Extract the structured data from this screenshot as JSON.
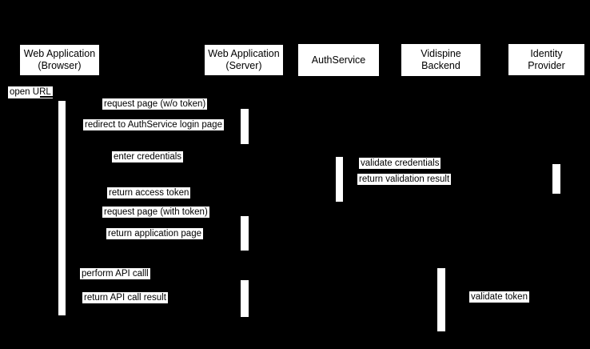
{
  "diagram": {
    "type": "sequence-diagram",
    "colors": {
      "background": "#000000",
      "box-fill": "#ffffff",
      "text": "#000000"
    },
    "actors": [
      {
        "id": "web-application-browser",
        "label": "Web Application\n(Browser)"
      },
      {
        "id": "web-application-server",
        "label": "Web Application\n(Server)"
      },
      {
        "id": "authservice",
        "label": "AuthService"
      },
      {
        "id": "vidispine-backend",
        "label": "Vidispine\nBackend"
      },
      {
        "id": "identity-provider",
        "label": "Identity\nProvider"
      }
    ],
    "messages": [
      {
        "label": "open URL",
        "from": "user",
        "to": "web-application-browser"
      },
      {
        "label": "request page (w/o token)",
        "from": "web-application-browser",
        "to": "web-application-server"
      },
      {
        "label": "redirect to AuthService login page",
        "from": "web-application-server",
        "to": "web-application-browser"
      },
      {
        "label": "enter credentials",
        "from": "web-application-browser",
        "to": "authservice"
      },
      {
        "label": "validate credentials",
        "from": "authservice",
        "to": "identity-provider"
      },
      {
        "label": "return validation result",
        "from": "identity-provider",
        "to": "authservice"
      },
      {
        "label": "return access token",
        "from": "authservice",
        "to": "web-application-browser"
      },
      {
        "label": "request page (with token)",
        "from": "web-application-browser",
        "to": "web-application-server"
      },
      {
        "label": "return application page",
        "from": "web-application-server",
        "to": "web-application-browser"
      },
      {
        "label": "perform API calll",
        "from": "web-application-browser",
        "to": "vidispine-backend"
      },
      {
        "label": "validate token",
        "from": "vidispine-backend",
        "to": "authservice"
      },
      {
        "label": "return API call result",
        "from": "vidispine-backend",
        "to": "web-application-browser"
      }
    ]
  }
}
